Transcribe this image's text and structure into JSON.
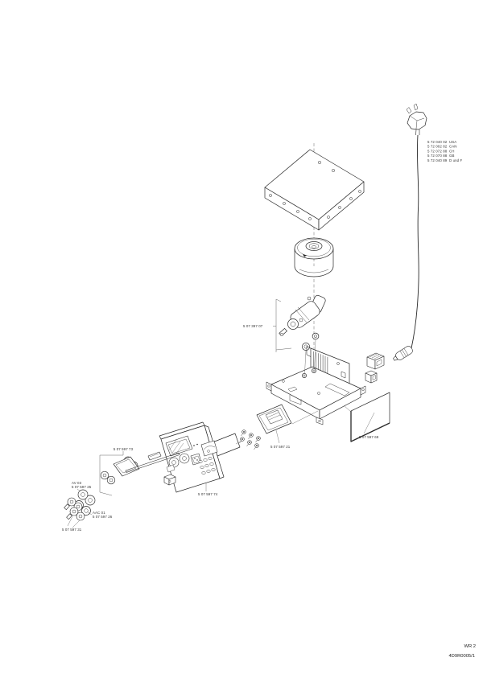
{
  "part_labels": {
    "pump": "5 07 397 07",
    "control_cluster": "5 07 597 73",
    "av_code": "AV 03",
    "av_part": "5 07 597 25",
    "aac_code": "AAC 01",
    "aac_part": "5 07 597 26",
    "valve_block": "5 07 597 31",
    "front_panel": "5 07 597 74",
    "display_card": "5 07 597 21",
    "side_panel": "5 07 597 69"
  },
  "power_cord_variants": [
    {
      "part": "5 72 040 02",
      "region": "USA"
    },
    {
      "part": "5 72 002 82",
      "region": "CAN"
    },
    {
      "part": "5 72 072 88",
      "region": "CH"
    },
    {
      "part": "5 72 070 88",
      "region": "GB"
    },
    {
      "part": "5 72 040 89",
      "region": "D und F"
    }
  ],
  "footer": {
    "code": "WR 2",
    "doc_ref": "4D9R0005/1"
  }
}
